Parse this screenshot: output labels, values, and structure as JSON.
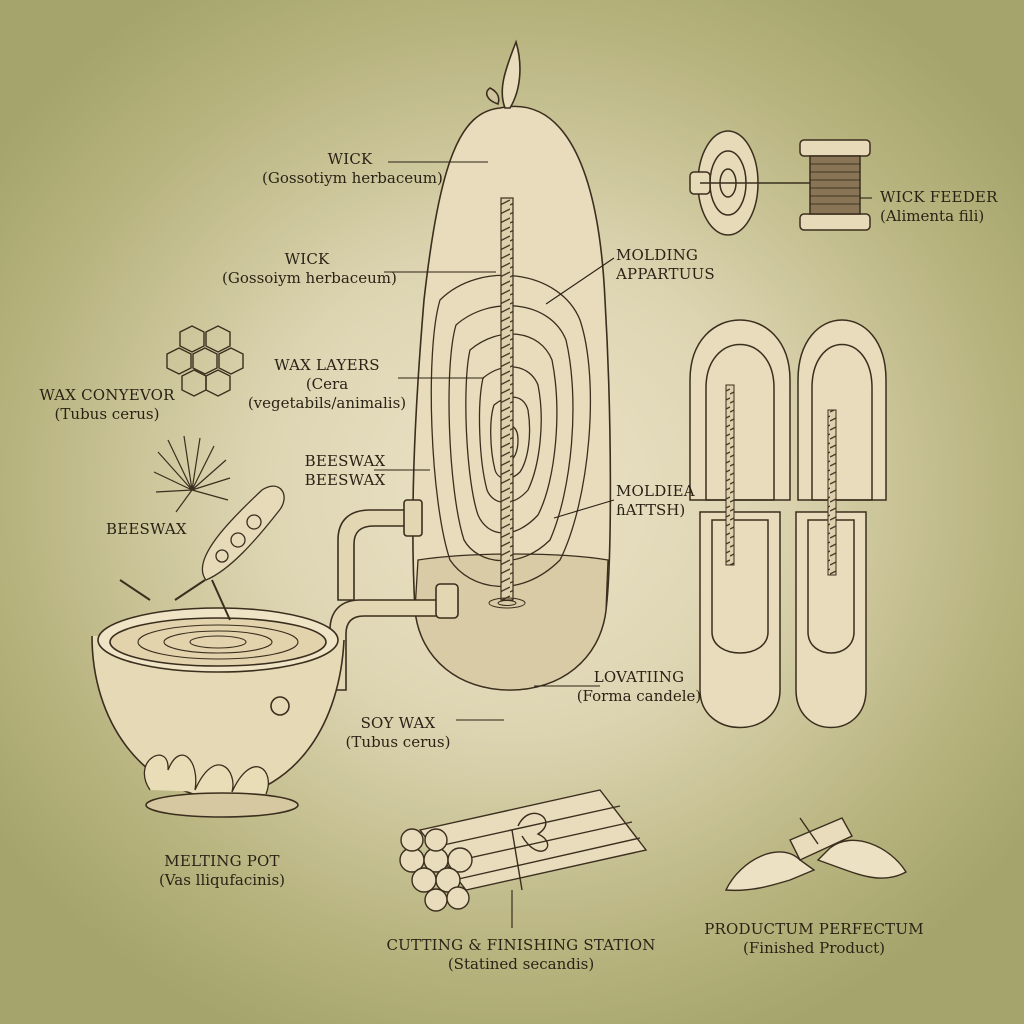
{
  "labels": {
    "wick_top": {
      "title": "WICK",
      "sub": "(Gossotiym herbaceum)"
    },
    "wick_mid": {
      "title": "WICK",
      "sub": "(Gossoiym herbaceum)"
    },
    "wick_feeder": {
      "title": "WICK FEEDER",
      "sub": "(Alimenta fili)"
    },
    "molding_apparatus": {
      "title": "MOLDING",
      "sub": "APPARTUUS"
    },
    "wax_layers": {
      "title": "WAX LAYERS",
      "sub": "(Cera",
      "sub2": "(vegetabils/animalis)"
    },
    "wax_conveyor": {
      "title": "WAX CONYEVOR",
      "sub": "(Tubus cerus)"
    },
    "beeswax_pair": {
      "title": "BEESWAX",
      "sub": "BEESWAX"
    },
    "beeswax_left": {
      "title": "BEESWAX"
    },
    "moldiea": {
      "title": "MOLDIEA",
      "sub": "ɦATTSH)"
    },
    "lovatiing": {
      "title": "LOVATIING",
      "sub": "(Forma candele)"
    },
    "soy_wax": {
      "title": "SOY WAX",
      "sub": "(Tubus cerus)"
    },
    "melting_pot": {
      "title": "MELTING POT",
      "sub": "(Vas lliqufacinis)"
    },
    "cutting_station": {
      "title": "CUTTING & FINISHING STATION",
      "sub": "(Statined secandis)"
    },
    "finished_product": {
      "title": "PRODUCTUM PERFECTUM",
      "sub": "(Finished Product)"
    }
  },
  "colors": {
    "ink": "#3a2e1e",
    "parchment": "#efe6cc",
    "candle": "#e8dcbc",
    "wick": "#8a7456"
  }
}
